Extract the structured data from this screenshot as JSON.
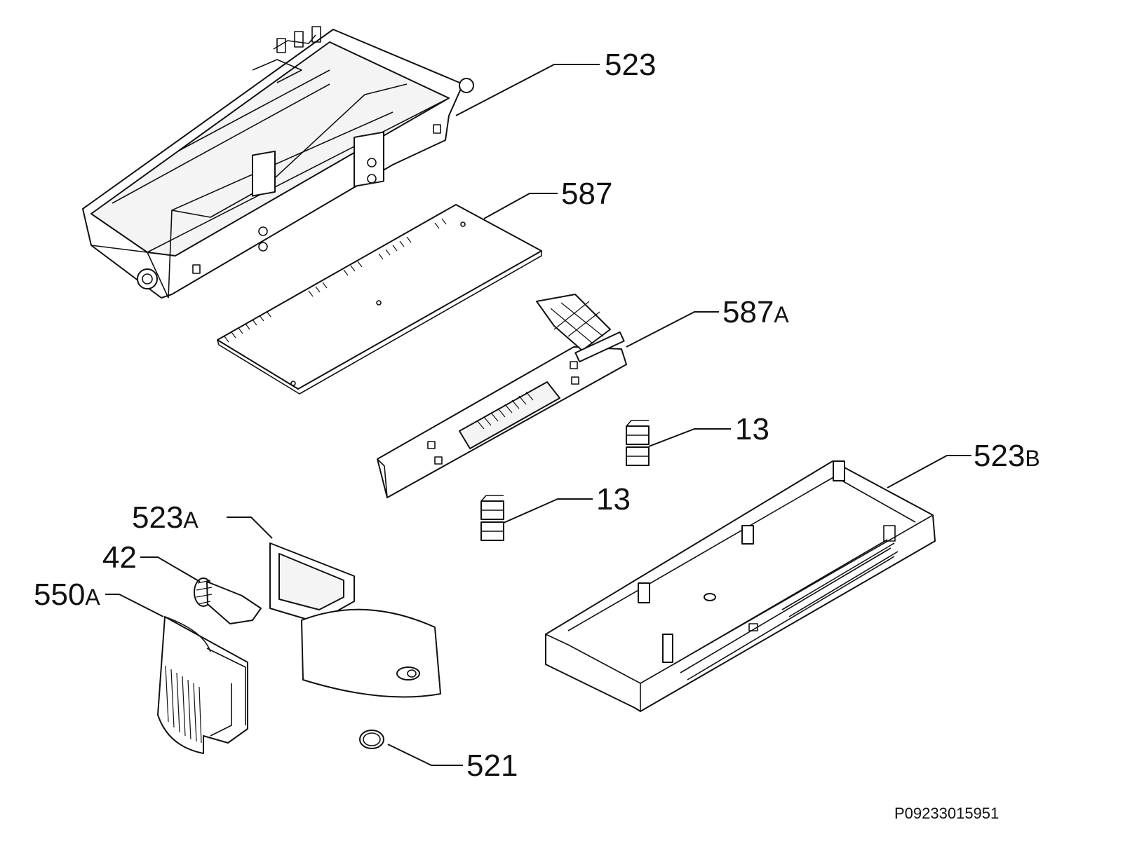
{
  "diagram": {
    "reference_code": "P09233015951",
    "callouts": [
      {
        "id": "523",
        "text": "523",
        "suffix": ""
      },
      {
        "id": "587",
        "text": "587",
        "suffix": ""
      },
      {
        "id": "587A",
        "text": "587",
        "suffix": "A"
      },
      {
        "id": "13a",
        "text": "13",
        "suffix": ""
      },
      {
        "id": "13b",
        "text": "13",
        "suffix": ""
      },
      {
        "id": "523B",
        "text": "523",
        "suffix": "B"
      },
      {
        "id": "523A",
        "text": "523",
        "suffix": "A"
      },
      {
        "id": "42",
        "text": "42",
        "suffix": ""
      },
      {
        "id": "550A",
        "text": "550",
        "suffix": "A"
      },
      {
        "id": "521",
        "text": "521",
        "suffix": ""
      }
    ]
  }
}
